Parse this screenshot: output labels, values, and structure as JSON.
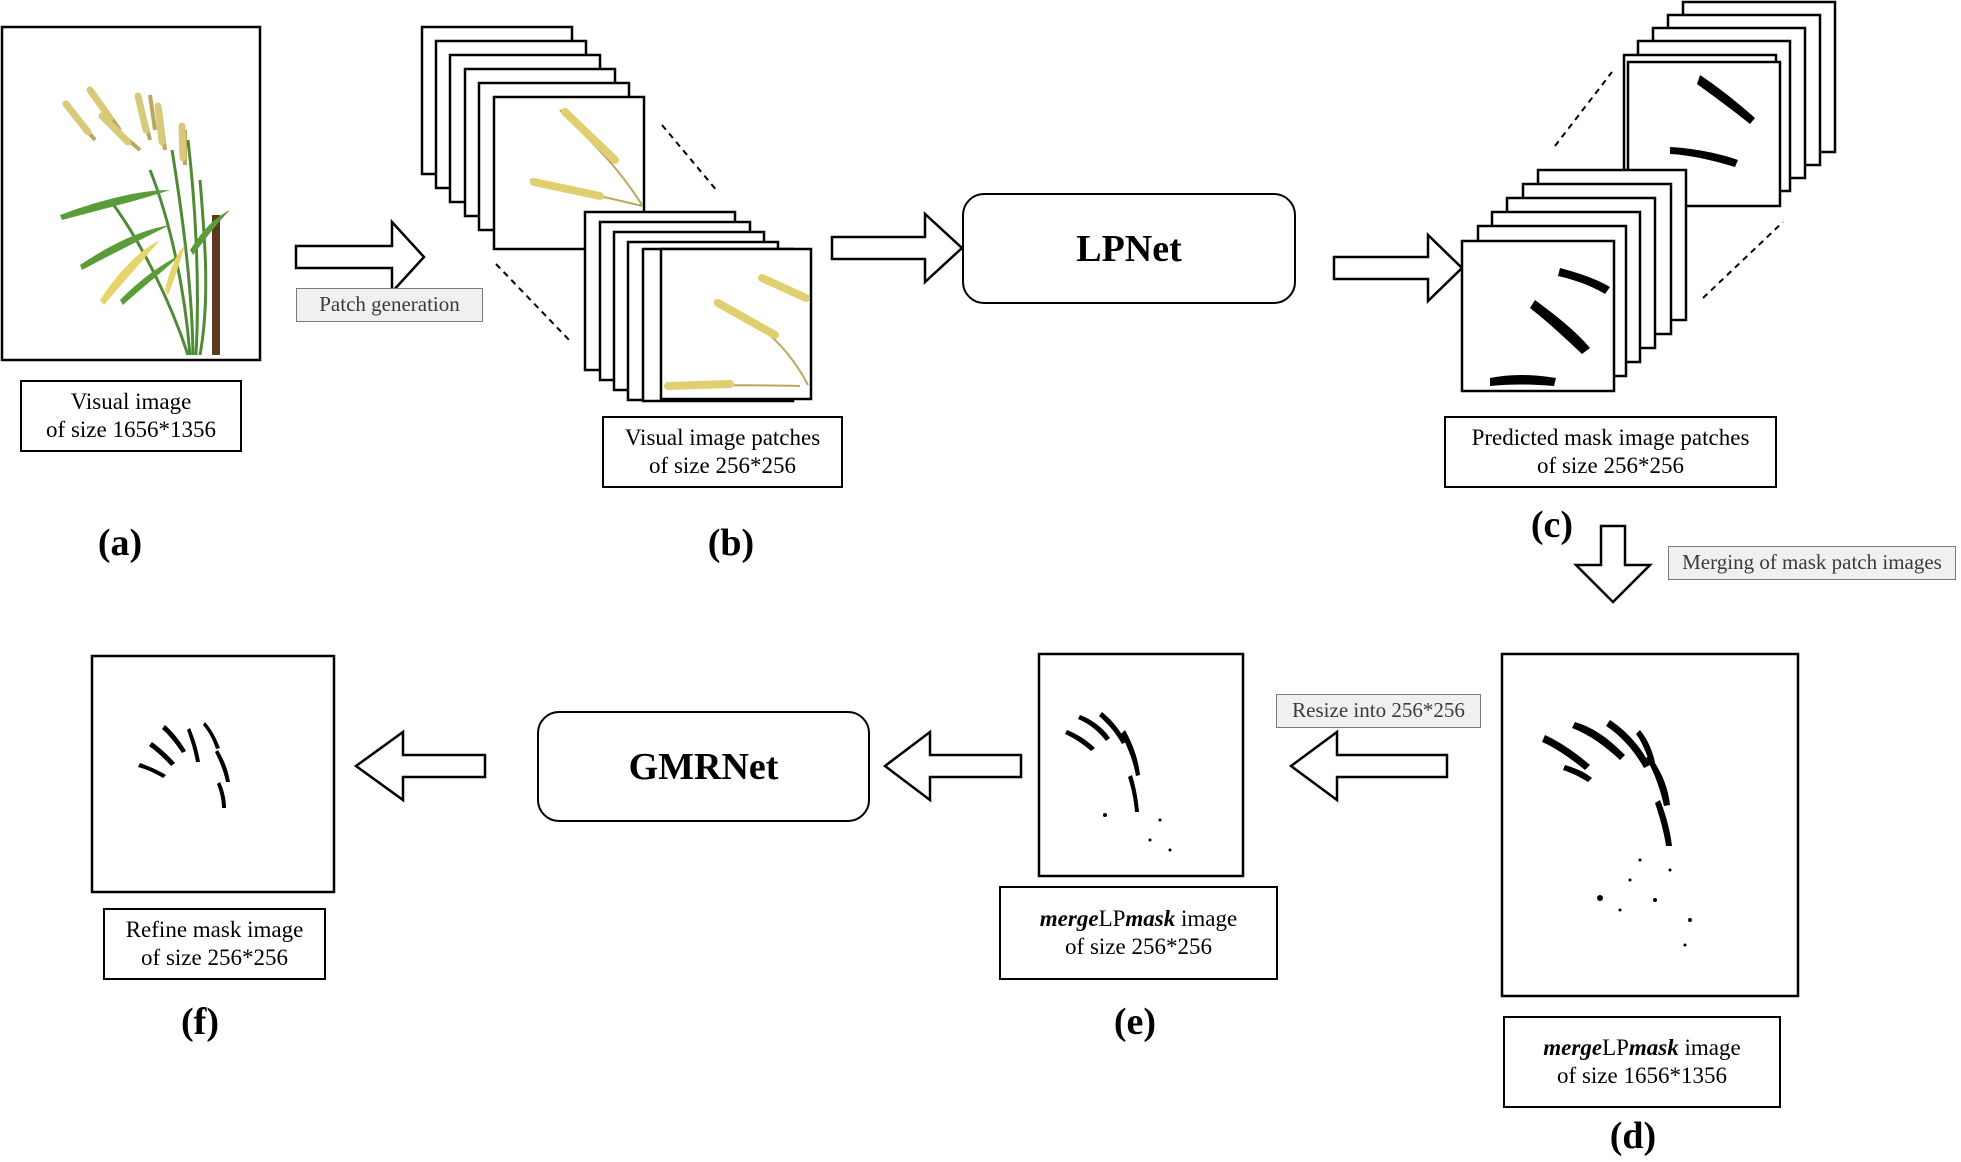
{
  "captions": {
    "a": {
      "line1": "Visual image",
      "line2": "of size 1656*1356"
    },
    "b": {
      "line1": "Visual image patches",
      "line2": "of size 256*256"
    },
    "c": {
      "line1": "Predicted mask image patches",
      "line2": "of size 256*256"
    },
    "d": {
      "part1": "merge",
      "part2": "LP",
      "part3": "mask",
      "part4": " image",
      "line2": "of size 1656*1356"
    },
    "e": {
      "part1": "merge",
      "part2": "LP",
      "part3": "mask",
      "part4": " image",
      "line2": "of size 256*256"
    },
    "f": {
      "line1": "Refine mask image",
      "line2": "of size 256*256"
    }
  },
  "tags": {
    "patch_generation": "Patch generation",
    "merging": "Merging of mask patch images",
    "resize": "Resize into 256*256"
  },
  "networks": {
    "lpnet": "LPNet",
    "gmrnet": "GMRNet"
  },
  "labels": {
    "a": "(a)",
    "b": "(b)",
    "c": "(c)",
    "d": "(d)",
    "e": "(e)",
    "f": "(f)"
  },
  "colors": {
    "stroke": "#000000",
    "plant_green": "#3f7a2a",
    "plant_yellow": "#e0cf7a",
    "tag_bg": "#f0f0f0"
  }
}
